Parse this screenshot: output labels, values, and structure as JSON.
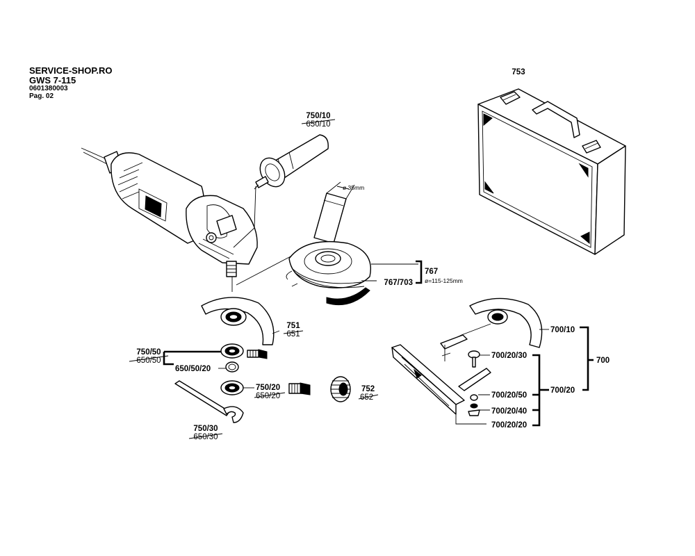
{
  "header": {
    "shop": "SERVICE-SHOP.RO",
    "model": "GWS 7-115",
    "part_number": "0601380003",
    "page": "Pag. 02"
  },
  "labels": {
    "l_753": "753",
    "l_750_10": "750/10",
    "l_650_10": "650/10",
    "diam_35": "ø 35mm",
    "l_767": "767",
    "l_767_703": "767/703",
    "diam_range": "ø=115-125mm",
    "l_751": "751",
    "l_651": "651",
    "l_750_50": "750/50",
    "l_650_50": "650/50",
    "l_650_50_20": "650/50/20",
    "l_750_20": "750/20",
    "l_650_20": "650/20",
    "l_752": "752",
    "l_652": "652",
    "l_750_30": "750/30",
    "l_650_30": "650/30",
    "l_700_10": "700/10",
    "l_700": "700",
    "l_700_20_30": "700/20/30",
    "l_700_20": "700/20",
    "l_700_20_50": "700/20/50",
    "l_700_20_40": "700/20/40",
    "l_700_20_20": "700/20/20"
  }
}
